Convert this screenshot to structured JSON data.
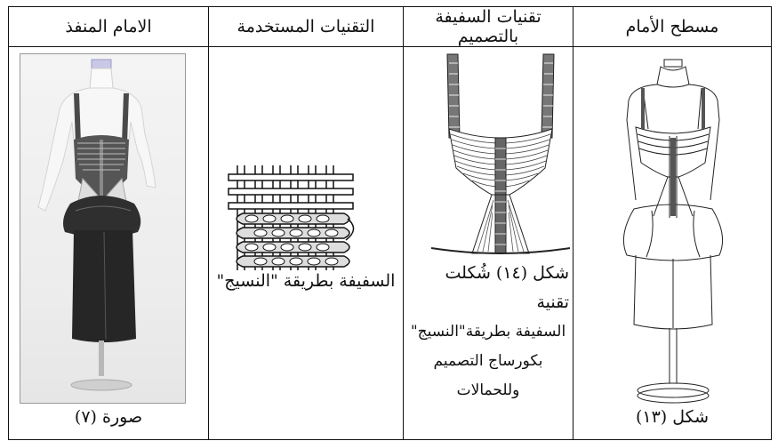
{
  "table": {
    "headers": {
      "col1": "مسطح الأمام",
      "col2": "تقنيات السفيفة بالتصميم",
      "col3": "التقنيات المستخدمة",
      "col4": "الامام المنفذ"
    },
    "cells": {
      "col1_caption": "شكل (١٣)",
      "col2_caption": {
        "line1": "شكل (١٤) شُكلت تقنية",
        "line2": "السفيفة بطريقة\"النسيج\"",
        "line3": "بكورساج التصميم",
        "line4": "وللحمالات"
      },
      "col3_caption": "السفيفة بطريقة \"النسيج\"",
      "col4_caption": "صورة (٧)"
    }
  }
}
